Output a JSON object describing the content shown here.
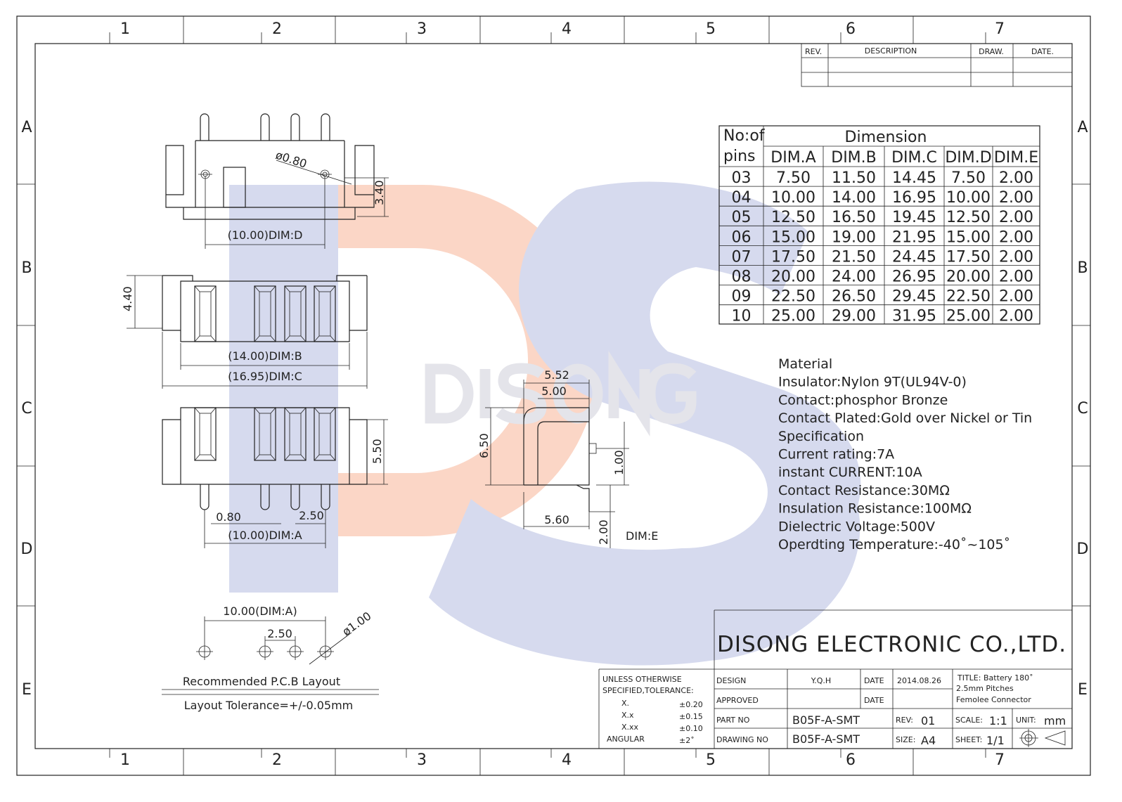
{
  "zones": {
    "columns": [
      "1",
      "2",
      "3",
      "4",
      "5",
      "6",
      "7"
    ],
    "rows": [
      "A",
      "B",
      "C",
      "D",
      "E"
    ]
  },
  "revision_table": {
    "headers": [
      "REV.",
      "DESCRIPTION",
      "DRAW.",
      "DATE."
    ]
  },
  "watermark": {
    "letters": "DS",
    "text": "DISONG",
    "colors": {
      "blue": "#d6daee",
      "peach": "#fbd6c6"
    }
  },
  "dimension_table": {
    "col1_header": "No:of pins",
    "col1_line1": "No:of",
    "col1_line2": "pins",
    "group_header": "Dimension",
    "headers": [
      "DIM.A",
      "DIM.B",
      "DIM.C",
      "DIM.D",
      "DIM.E"
    ],
    "rows": [
      [
        "03",
        "7.50",
        "11.50",
        "14.45",
        "7.50",
        "2.00"
      ],
      [
        "04",
        "10.00",
        "14.00",
        "16.95",
        "10.00",
        "2.00"
      ],
      [
        "05",
        "12.50",
        "16.50",
        "19.45",
        "12.50",
        "2.00"
      ],
      [
        "06",
        "15.00",
        "19.00",
        "21.95",
        "15.00",
        "2.00"
      ],
      [
        "07",
        "17.50",
        "21.50",
        "24.45",
        "17.50",
        "2.00"
      ],
      [
        "08",
        "20.00",
        "24.00",
        "26.95",
        "20.00",
        "2.00"
      ],
      [
        "09",
        "22.50",
        "26.50",
        "29.45",
        "22.50",
        "2.00"
      ],
      [
        "10",
        "25.00",
        "29.00",
        "31.95",
        "25.00",
        "2.00"
      ]
    ]
  },
  "specs": [
    "Material",
    "Insulator:Nylon  9T(UL94V-0)",
    "Contact:phosphor  Bronze",
    "Contact  Plated:Gold  over  Nickel  or  Tin",
    "Specification",
    "Current  rating:7A",
    "instant  CURRENT:10A",
    "Contact  Resistance:30MΩ",
    "Insulation  Resistance:100MΩ",
    "Dielectric  Voltage:500V",
    "Operdting  Temperature:-40˚~105˚"
  ],
  "dims": {
    "hole_dia": "ø0.80",
    "height_340": "3.40",
    "dim_d": "(10.00)DIM:D",
    "height_440": "4.40",
    "dim_b": "(14.00)DIM:B",
    "dim_c": "(16.95)DIM:C",
    "height_550": "5.50",
    "pin_w": "0.80",
    "pitch": "2.50",
    "dim_a": "(10.00)DIM:A",
    "side_552": "5.52",
    "side_500": "5.00",
    "side_650": "6.50",
    "side_100": "1.00",
    "side_560": "5.60",
    "side_200": "2.00",
    "dim_e": "DIM:E"
  },
  "pcb_layout": {
    "dim_a": "10.00(DIM:A)",
    "pitch": "2.50",
    "hole": "ø1.00",
    "title": "Recommended  P.C.B  Layout",
    "tolerance": "Layout  Tolerance=+/-0.05mm"
  },
  "title_block": {
    "company": "DISONG  ELECTRONIC  CO.,LTD.",
    "tolerance_header1": "UNLESS  OTHERWISE",
    "tolerance_header2": "SPECIFIED,TOLERANCE:",
    "tolerances": [
      [
        "X.",
        "±0.20"
      ],
      [
        "X.x",
        "±0.15"
      ],
      [
        "X.xx",
        "±0.10"
      ],
      [
        "ANGULAR",
        "±2˚"
      ]
    ],
    "design_label": "DESIGN",
    "design_value": "Y.Q.H",
    "date_label": "DATE",
    "design_date": "2014.08.26",
    "approved_label": "APPROVED",
    "date_label2": "DATE",
    "part_no_label": "PART  NO",
    "part_no": "B05F-A-SMT",
    "rev_label": "REV:",
    "rev": "01",
    "drawing_no_label": "DRAWING  NO",
    "drawing_no": "B05F-A-SMT",
    "size_label": "SIZE:",
    "size": "A4",
    "title_line1": "TITLE:  Battery  180˚",
    "title_line2": "2.5mm  Pitches",
    "title_line3": "Femolee  Connector",
    "scale_label": "SCALE:",
    "scale": "1:1",
    "unit_label": "UNIT:",
    "unit": "mm",
    "sheet_label": "SHEET:",
    "sheet": "1/1"
  }
}
